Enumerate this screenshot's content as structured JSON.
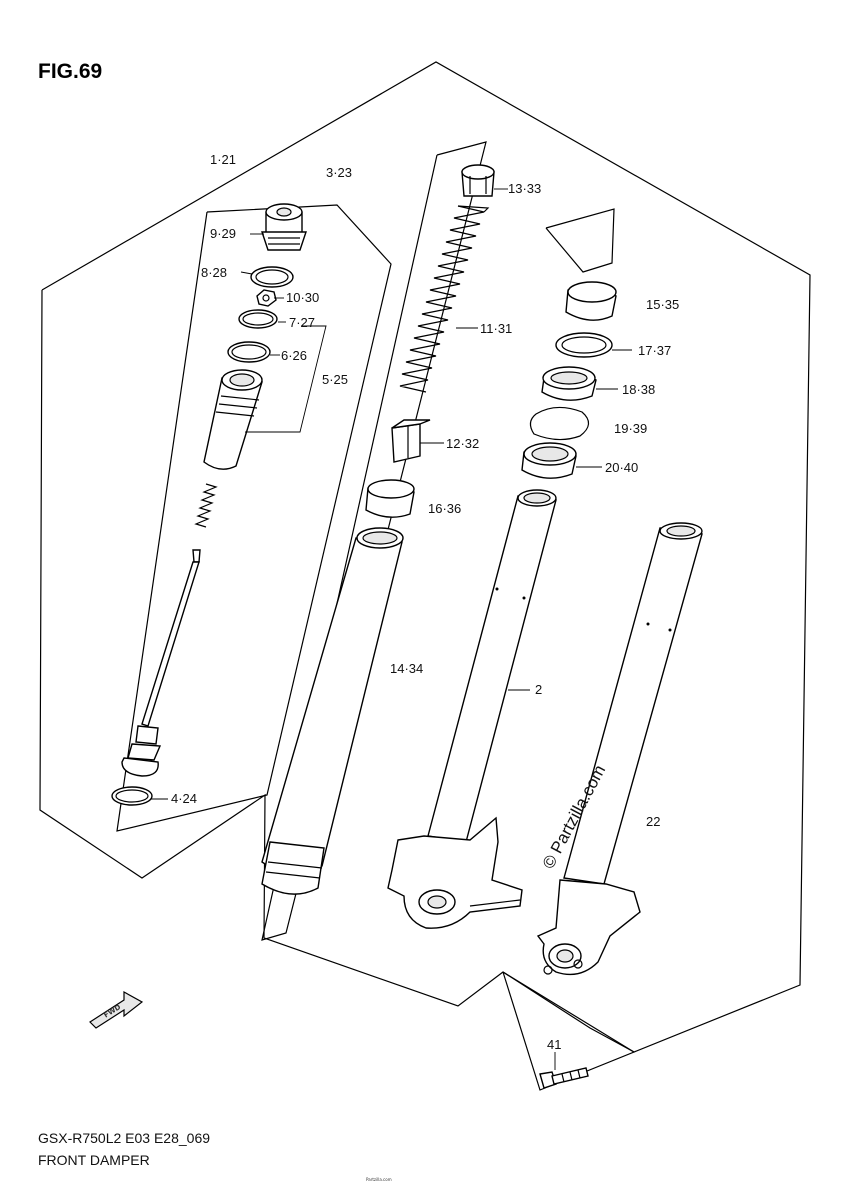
{
  "figure": {
    "title": "FIG.69",
    "model_code": "GSX-R750L2 E03 E28_069",
    "caption": "FRONT DAMPER",
    "watermark": "© Partzilla.com",
    "fine_print": "Partzilla.com"
  },
  "callouts": {
    "c1_21": "1·21",
    "c3_23": "3·23",
    "c9_29": "9·29",
    "c8_28": "8·28",
    "c10_30": "10·30",
    "c7_27": "7·27",
    "c6_26": "6·26",
    "c5_25": "5·25",
    "c4_24": "4·24",
    "c13_33": "13·33",
    "c11_31": "11·31",
    "c12_32": "12·32",
    "c16_36": "16·36",
    "c14_34": "14·34",
    "c15_35": "15·35",
    "c17_37": "17·37",
    "c18_38": "18·38",
    "c19_39": "19·39",
    "c20_40": "20·40",
    "c2": "2",
    "c22": "22",
    "c41": "41"
  },
  "direction_marker": "FWD"
}
